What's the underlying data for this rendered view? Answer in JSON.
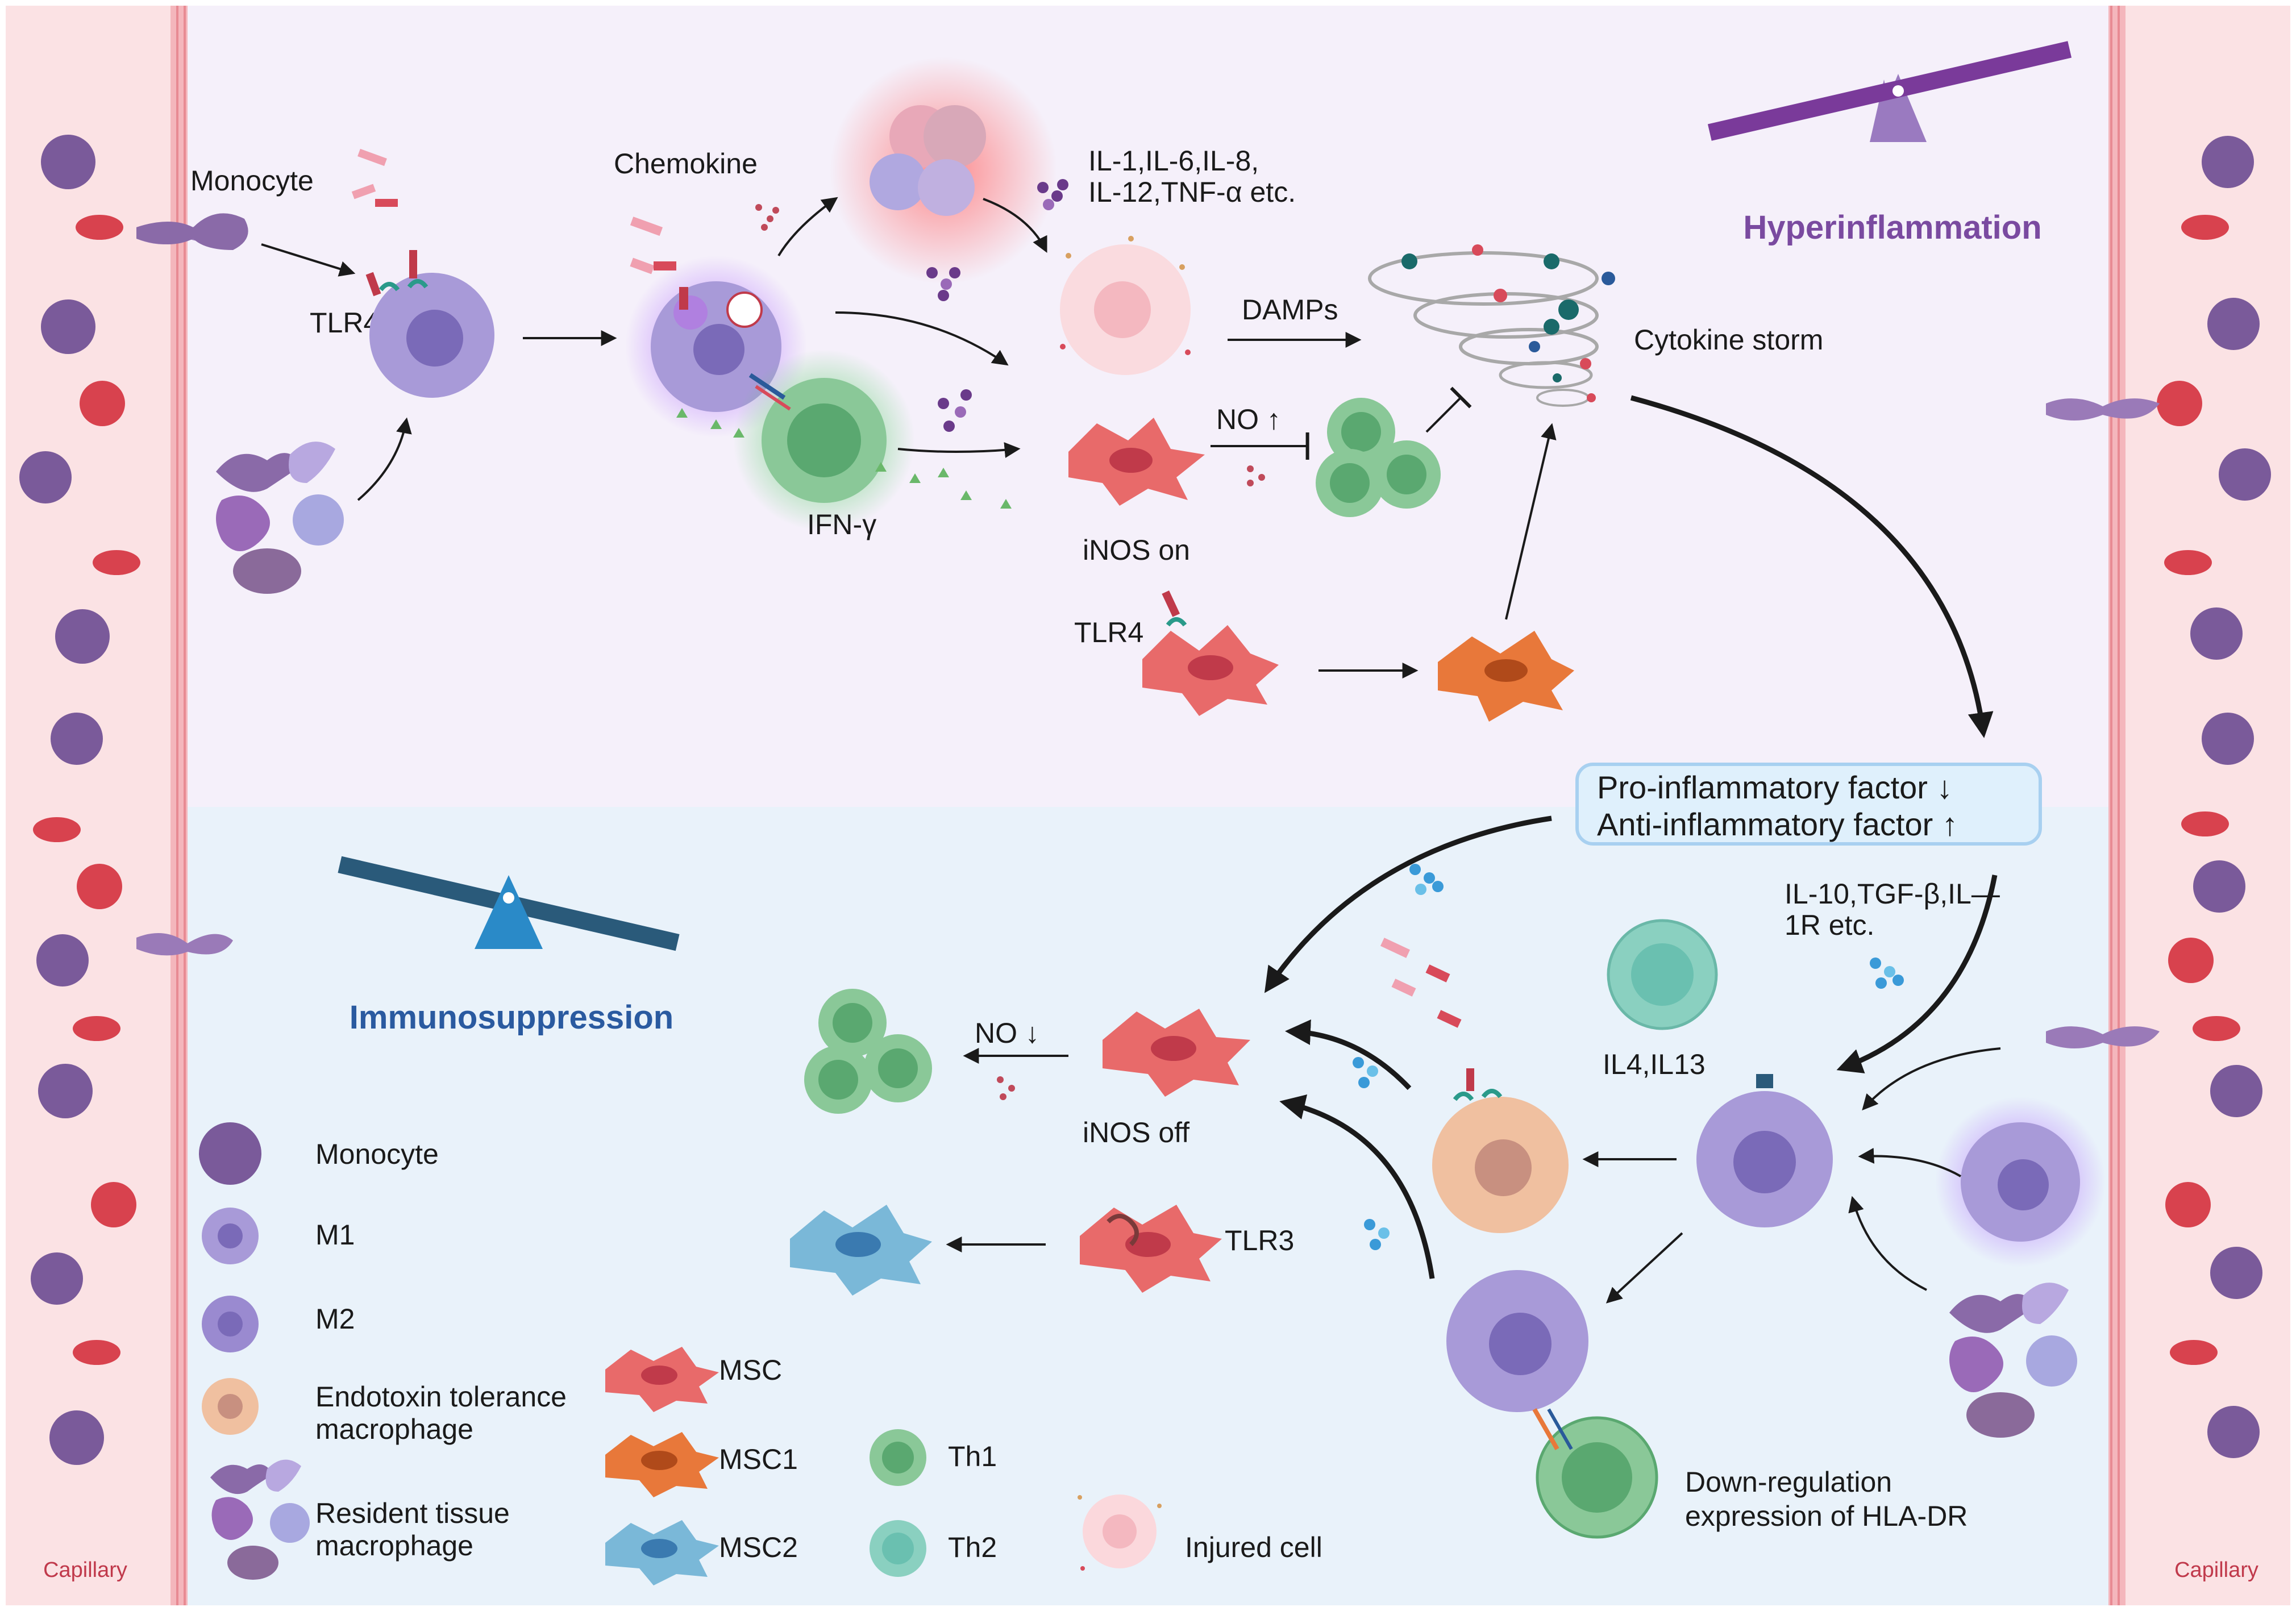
{
  "colors": {
    "top_panel": "#f5f0fa",
    "bottom_panel": "#e9f2fa",
    "capillary": "#fbe2e4",
    "capillary_wall": "#e88a93",
    "monocyte": "#7a5a9a",
    "m1": "#a89ad8",
    "m2": "#9a8ad0",
    "rbc": "#d8424e",
    "msc": "#e86a6a",
    "msc1": "#e8783a",
    "msc2": "#7ab8d8",
    "th1": "#7ab88a",
    "th2": "#6ac0b0",
    "tolerance": "#f0c0a0",
    "hyper": "#7a4aa0",
    "immuno": "#2a5aa0",
    "seesaw_top": "#7a3a9a",
    "seesaw_bottom": "#2a5a7a"
  },
  "capillary": {
    "left_label": "Capillary",
    "right_label": "Capillary"
  },
  "top": {
    "title": "Hyperinflammation",
    "monocyte": "Monocyte",
    "tlr4_a": "TLR4",
    "chemokine": "Chemokine",
    "cytokines_line1": "IL-1,IL-6,IL-8,",
    "cytokines_line2": "IL-12,TNF-α etc.",
    "damps": "DAMPs",
    "cytokine_storm": "Cytokine storm",
    "ifn": "IFN-γ",
    "no_up": "NO ↑",
    "inos_on": "iNOS on",
    "tlr4_b": "TLR4"
  },
  "middle": {
    "line1": "Pro-inflammatory factor ↓",
    "line2": "Anti-inflammatory factor ↑"
  },
  "bottom": {
    "title": "Immunosuppression",
    "il10_line1": "IL-10,TGF-β,IL—",
    "il10_line2": "1R etc.",
    "il4": "IL4,IL13",
    "no_down": "NO ↓",
    "inos_off": "iNOS off",
    "tlr3": "TLR3",
    "hla_line1": "Down-regulation",
    "hla_line2": "expression of HLA-DR"
  },
  "legend": {
    "monocyte": "Monocyte",
    "m1": "M1",
    "m2": "M2",
    "endo_line1": "Endotoxin tolerance",
    "endo_line2": "macrophage",
    "resident_line1": "Resident tissue",
    "resident_line2": "macrophage",
    "msc": "MSC",
    "msc1": "MSC1",
    "msc2": "MSC2",
    "th1": "Th1",
    "th2": "Th2",
    "injured": "Injured cell"
  }
}
